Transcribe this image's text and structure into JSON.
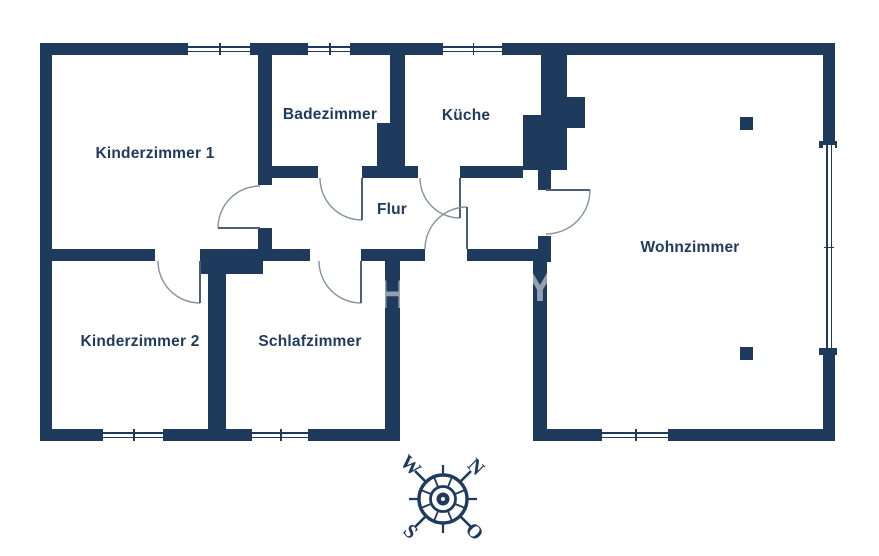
{
  "plan": {
    "type": "apartment-floor-plan",
    "rooms": {
      "kinderzimmer1": {
        "label": "Kinderzimmer 1"
      },
      "badezimmer": {
        "label": "Badezimmer"
      },
      "kueche": {
        "label": "Küche"
      },
      "flur": {
        "label": "Flur"
      },
      "wohnzimmer": {
        "label": "Wohnzimmer"
      },
      "kinderzimmer2": {
        "label": "Kinderzimmer 2"
      },
      "schlafzimmer": {
        "label": "Schlafzimmer"
      }
    }
  },
  "compass": {
    "north": "N",
    "east": "O",
    "south": "S",
    "west": "W"
  },
  "watermark": {
    "h": "H",
    "y": "Y"
  },
  "colors": {
    "wall": "#1e3a5c",
    "label": "#1f3a5e",
    "door_arc": "#8a9099",
    "background": "#ffffff"
  }
}
